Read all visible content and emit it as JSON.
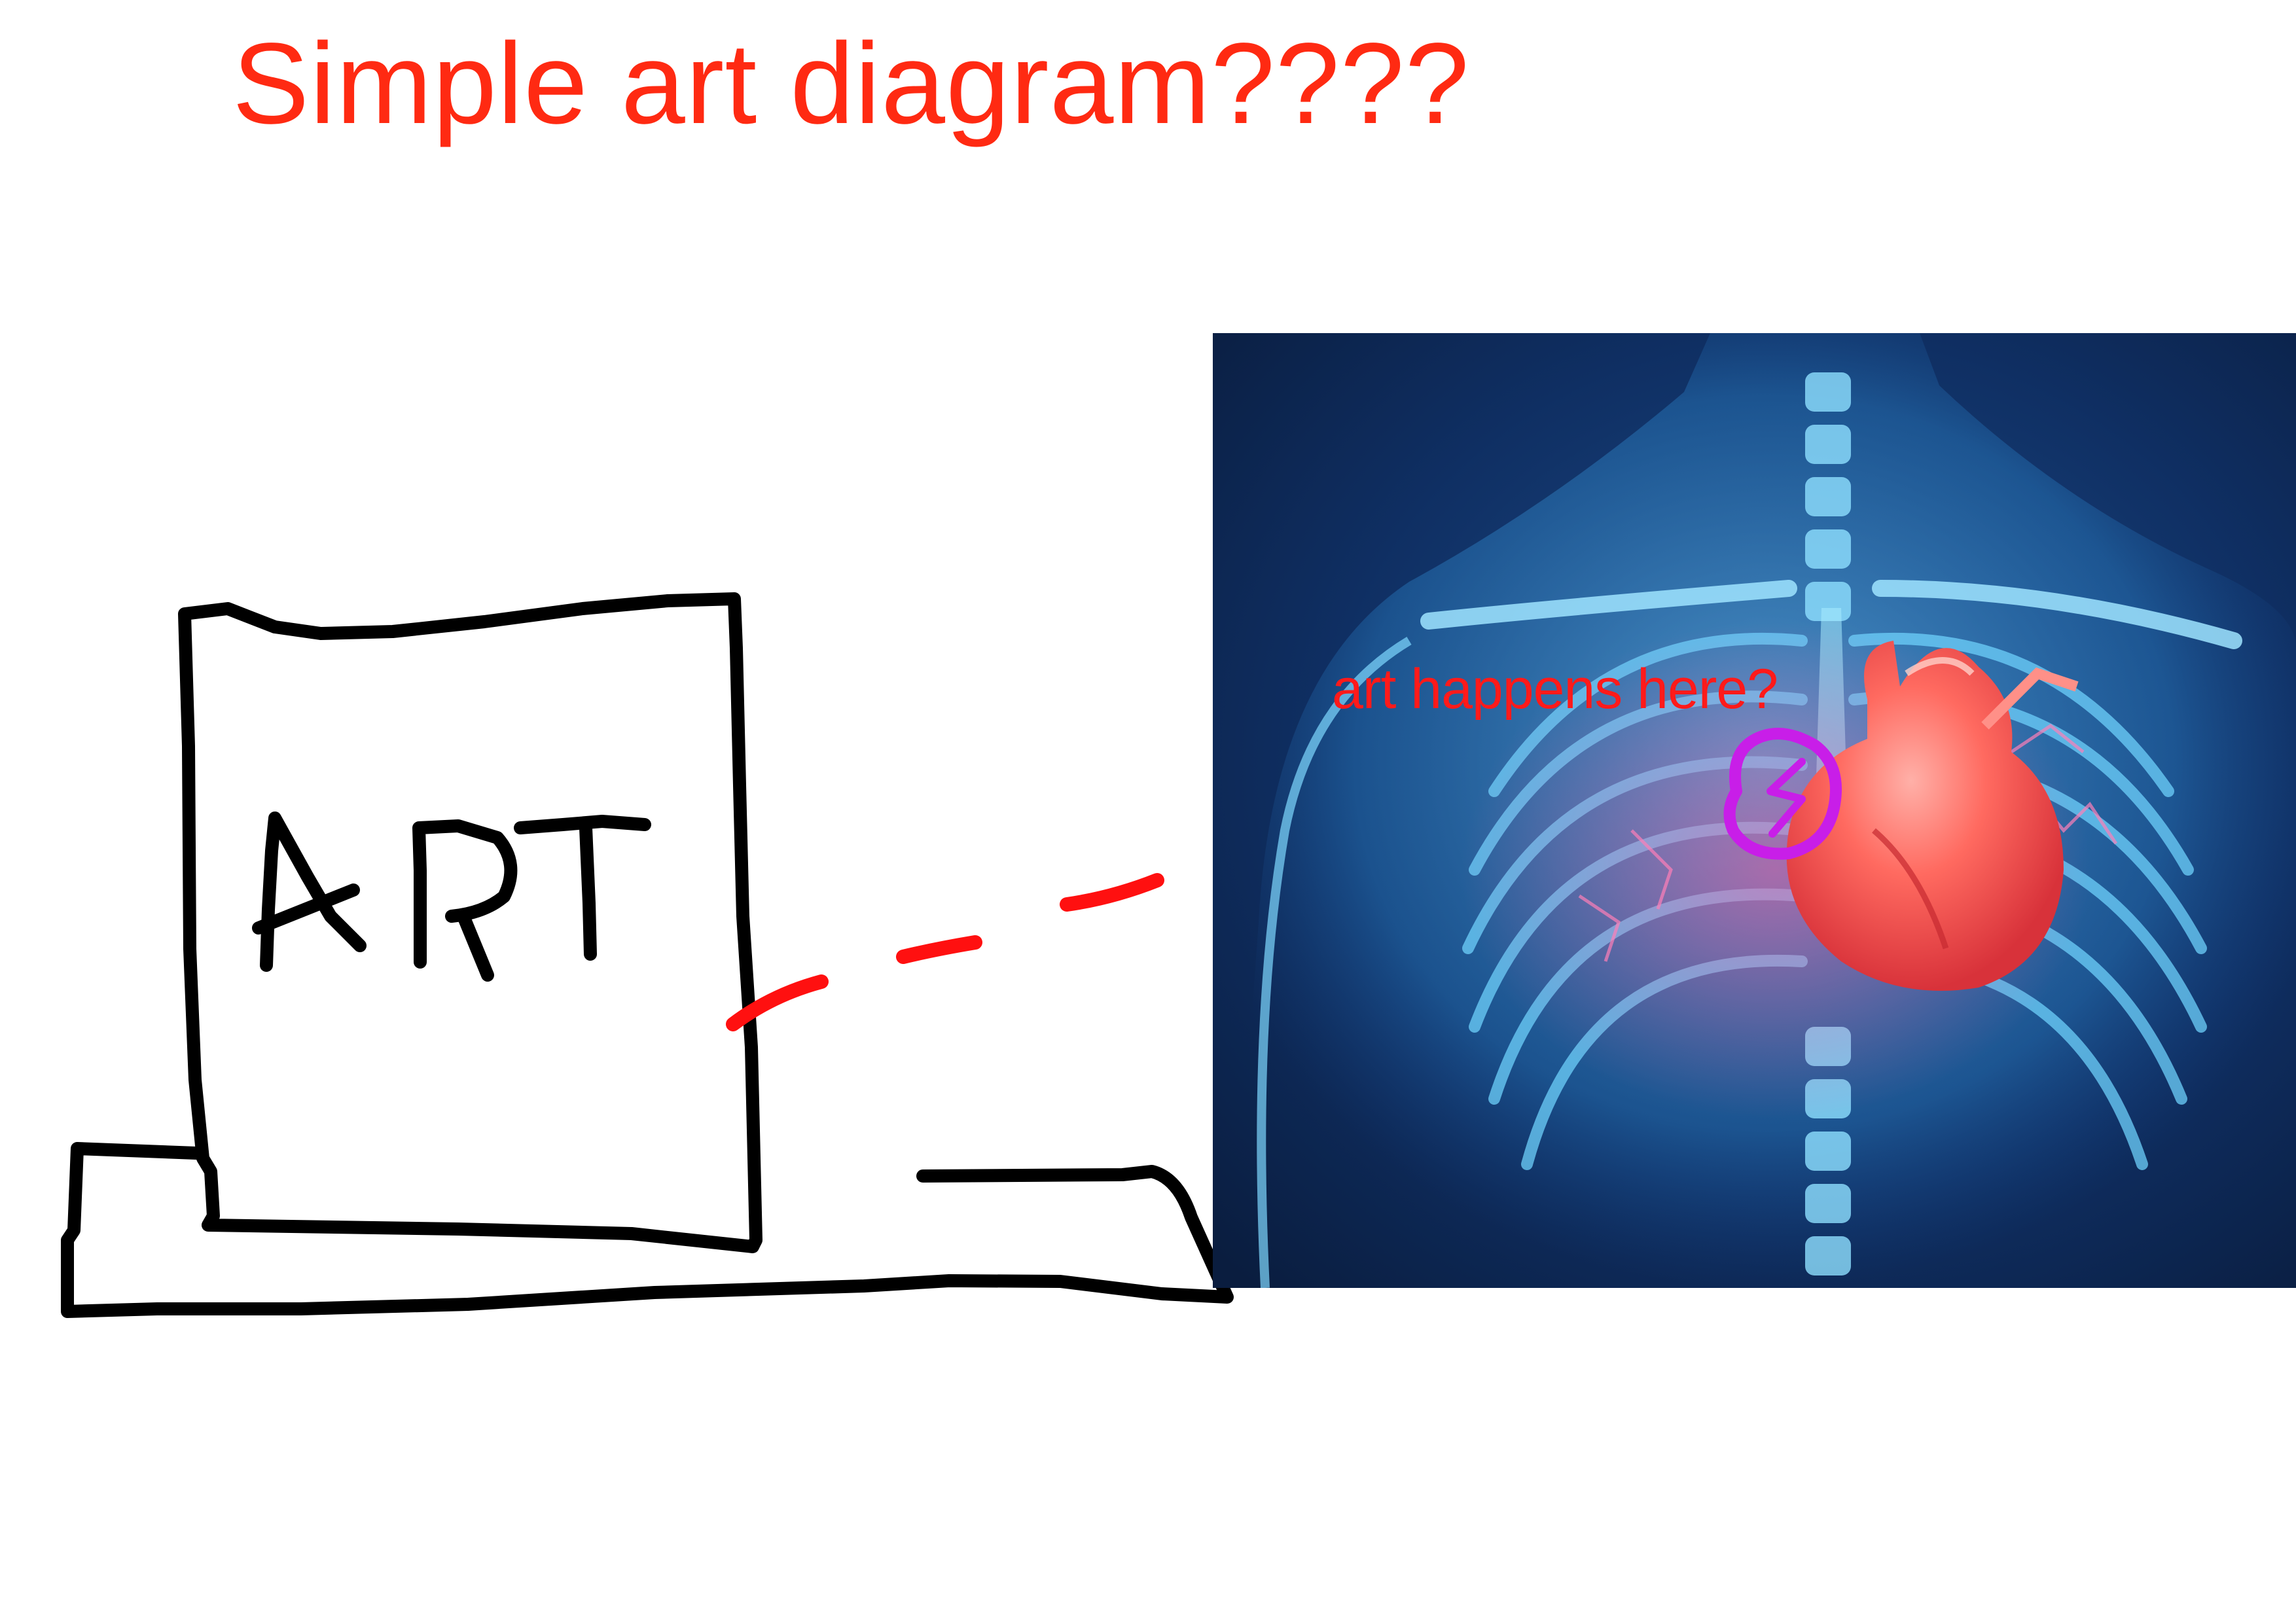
{
  "title": "Simple art diagram????",
  "sketch": {
    "box_label": "ART"
  },
  "photo": {
    "subject": "chest-xray-heart-illustration",
    "annotation": "art happens here?"
  },
  "colors": {
    "title": "#ff2a12",
    "ink": "#000000",
    "dash": "#ff1010",
    "annotation": "#ff1a1a",
    "circle": "#c81ee8",
    "photo_bg": "#0e2d5c",
    "bones": "#58c8f4",
    "heart": "#ff5a55"
  }
}
